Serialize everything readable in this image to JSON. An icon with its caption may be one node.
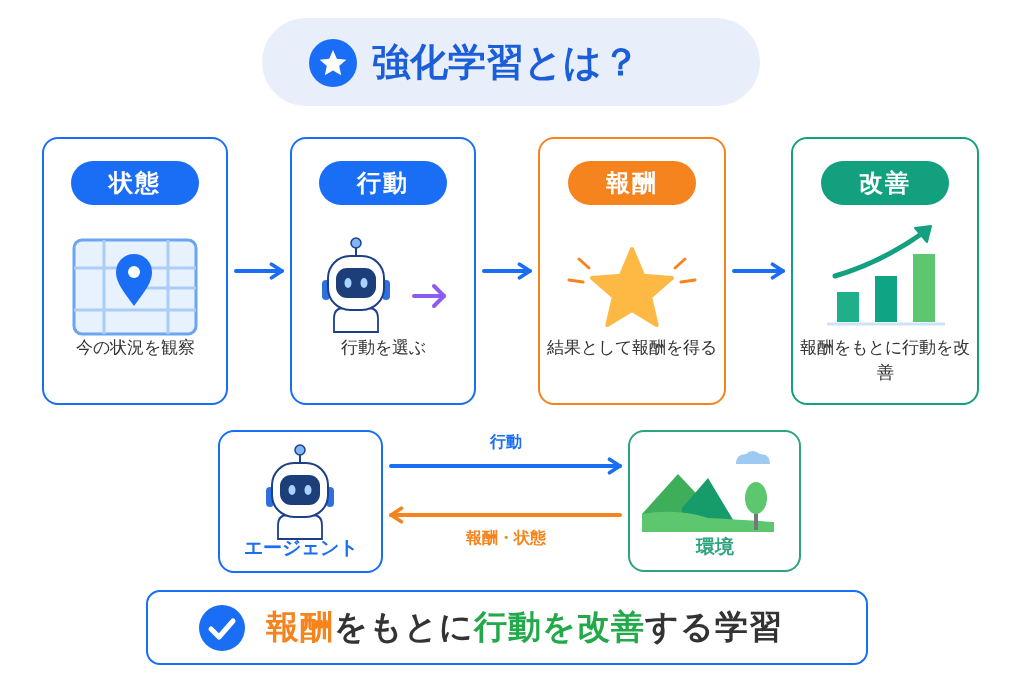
{
  "diagram": {
    "title": "強化学習とは？",
    "nodes": [
      {
        "text": [
          "状態",
          "今の状況を観察"
        ]
      },
      {
        "text": [
          "行動",
          "行動を選ぶ"
        ]
      },
      {
        "text": [
          "報酬",
          "結果として報酬を得る"
        ]
      },
      {
        "text": [
          "改善",
          "報酬をもとに行動を改善"
        ]
      },
      {
        "text": [
          "エージェント"
        ]
      },
      {
        "text": [
          "環境"
        ]
      }
    ],
    "edges": [
      {
        "from": 0,
        "to": 1,
        "arrow": "to"
      },
      {
        "from": 1,
        "to": 2,
        "arrow": "to"
      },
      {
        "from": 2,
        "to": 3,
        "arrow": "to"
      },
      {
        "from": 4,
        "to": 5,
        "arrow": "to",
        "label": "行動"
      },
      {
        "from": 5,
        "to": 4,
        "arrow": "to",
        "label": "報酬・状態",
        "color": "#f5841f"
      }
    ],
    "labels": [
      "**報酬**をもとに**行動を改善**する学習"
    ]
  }
}
